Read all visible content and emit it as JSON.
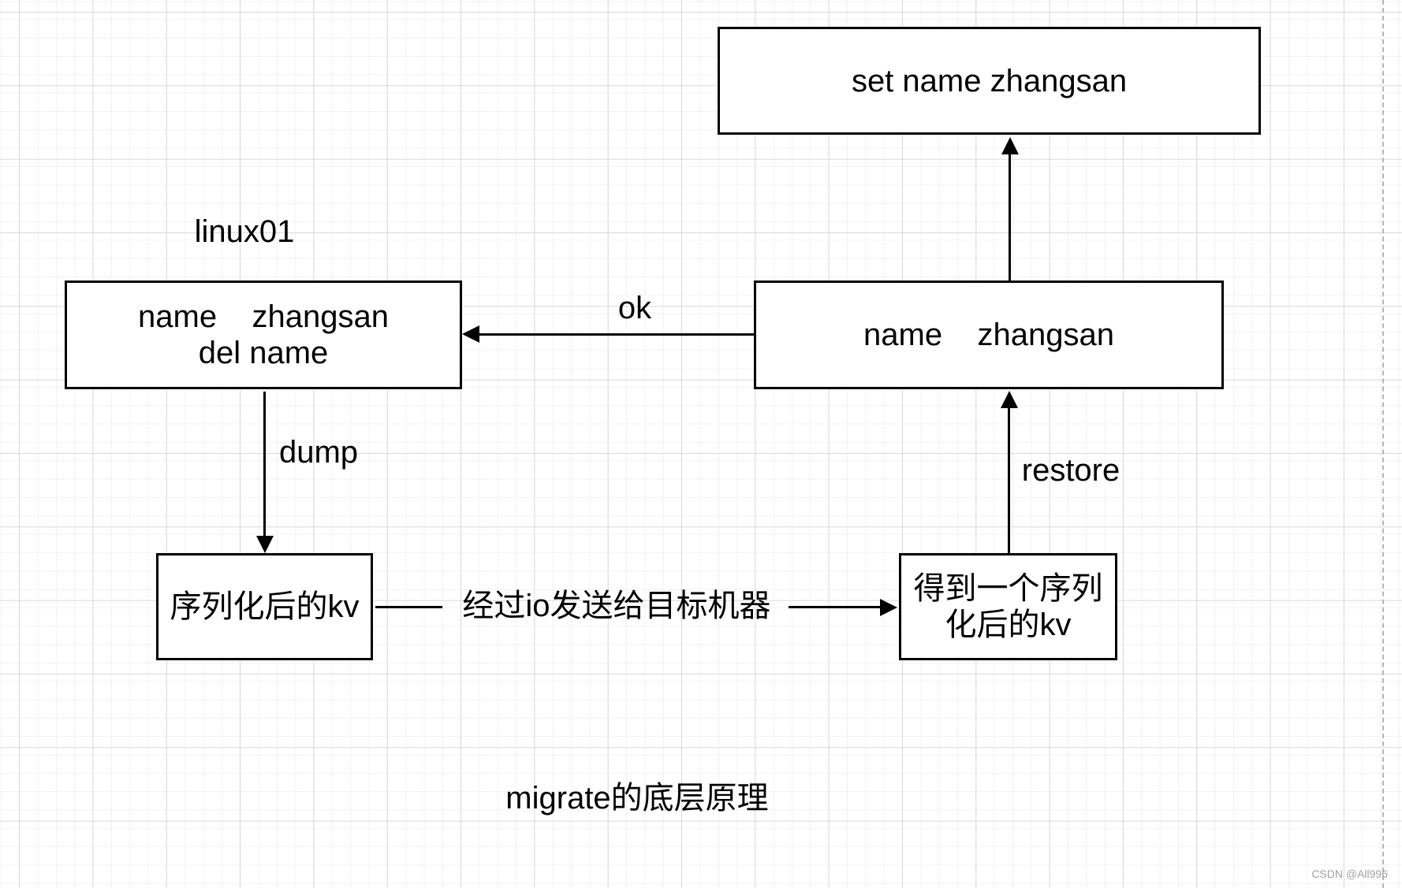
{
  "diagram": {
    "title": "migrate的底层原理",
    "host_label": "linux01",
    "nodes": {
      "set_command": "set name zhangsan",
      "source_kv_line1": "name    zhangsan",
      "source_kv_line2": "del name",
      "target_kv": "name    zhangsan",
      "serialized_kv": "序列化后的kv",
      "received_kv_line1": "得到一个序列",
      "received_kv_line2": "化后的kv"
    },
    "edges": {
      "ok_label": "ok",
      "dump_label": "dump",
      "restore_label": "restore",
      "io_label": "经过io发送给目标机器"
    },
    "watermark": "CSDN @All996",
    "colors": {
      "stroke": "#000000",
      "node_fill": "#ffffff",
      "grid_minor": "#f2f2f3",
      "grid_major": "#d7d9db",
      "page_break_line": "#b3b6b8",
      "watermark_text": "#9da2a8"
    }
  }
}
